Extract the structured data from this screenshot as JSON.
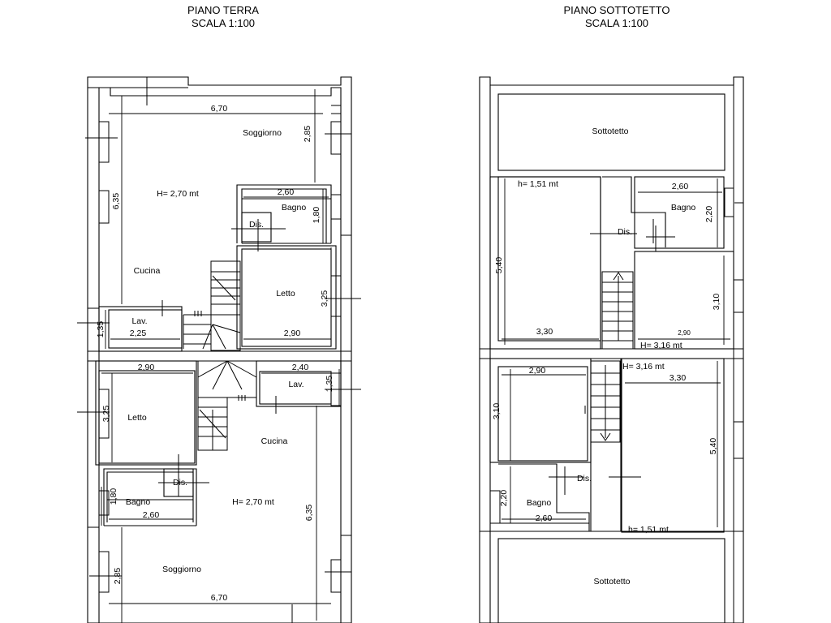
{
  "left_plan": {
    "title": "PIANO TERRA",
    "scale": "SCALA 1:100",
    "rooms": {
      "soggiorno_top": "Soggiorno",
      "height_top": "H= 2,70 mt",
      "cucina_top": "Cucina",
      "bagno_top": "Bagno",
      "dis_top": "Dis.",
      "letto_top": "Letto",
      "lav_top": "Lav.",
      "letto_bottom": "Letto",
      "lav_bottom": "Lav.",
      "cucina_bottom": "Cucina",
      "dis_bottom": "Dis.",
      "bagno_bottom": "Bagno",
      "height_bottom": "H= 2,70 mt",
      "soggiorno_bottom": "Soggiorno"
    },
    "dimensions": {
      "d670_top": "6,70",
      "d285_top": "2,85",
      "d635_top": "6,35",
      "d260_top": "2,60",
      "d180_top": "1,80",
      "d325_top": "3,25",
      "d135_top": "1,35",
      "d225": "2,25",
      "d290_top": "2,90",
      "d290_bottom": "2,90",
      "d240": "2,40",
      "d135_bottom": "1,35",
      "d325_bottom": "3,25",
      "d180_bottom": "1,80",
      "d260_bottom": "2,60",
      "d635_bottom": "6,35",
      "d285_bottom": "2,85",
      "d670_bottom": "6,70"
    }
  },
  "right_plan": {
    "title": "PIANO SOTTOTETTO",
    "scale": "SCALA 1:100",
    "rooms": {
      "sottotetto_top": "Sottotetto",
      "h151_top": "h= 1,51 mt",
      "bagno_top": "Bagno",
      "dis_top": "Dis.",
      "h316_top": "H= 3,16 mt",
      "h316_bottom": "H= 3,16 mt",
      "dis_bottom": "Dis.",
      "bagno_bottom": "Bagno",
      "h151_bottom": "h= 1,51 mt",
      "sottotetto_bottom": "Sottotetto"
    },
    "dimensions": {
      "d540_top": "5,40",
      "d330_top": "3,30",
      "d260_top": "2,60",
      "d220_top": "2,20",
      "d310_top": "3,10",
      "d290_top": "2,90",
      "d290_bottom": "2,90",
      "d330_bottom": "3,30",
      "d310_bottom": "3,10",
      "d540_bottom": "5,40",
      "d220_bottom": "2,20",
      "d260_bottom": "2,60"
    }
  }
}
